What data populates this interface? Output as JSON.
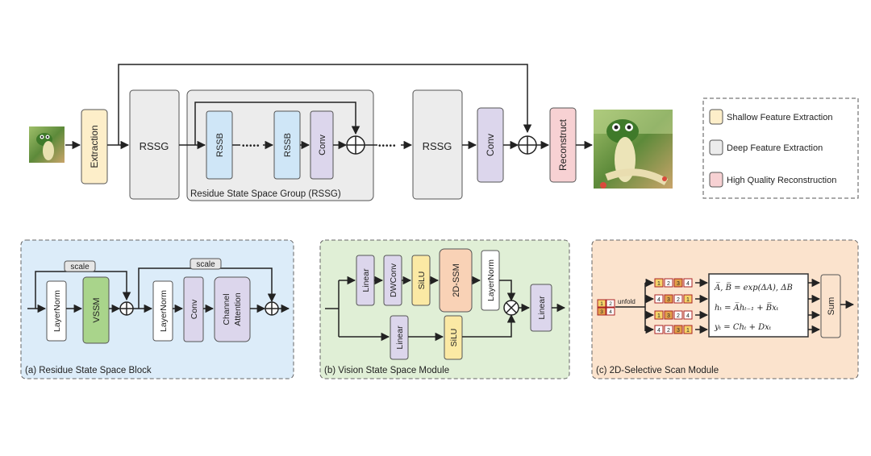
{
  "top": {
    "extraction": "Extraction",
    "rssg": "RSSG",
    "rssb": "RSSB",
    "conv": "Conv",
    "reconstruct": "Reconstruct",
    "group_caption": "Residue State Space Group (RSSG)",
    "ellipsis": "•••••"
  },
  "legend": {
    "shallow": "Shallow Feature Extraction",
    "deep": "Deep Feature Extraction",
    "hq": "High Quality Reconstruction"
  },
  "panel_a": {
    "caption": "(a) Residue State Space Block",
    "scale": "scale",
    "layernorm": "LayerNorm",
    "vssm": "VSSM",
    "conv": "Conv",
    "ca_line1": "Channel",
    "ca_line2": "Attention"
  },
  "panel_b": {
    "caption": "(b) Vision State Space Module",
    "linear": "Linear",
    "dwconv": "DWConv",
    "silu": "SiLU",
    "ssm": "2D-SSM",
    "layernorm": "LayerNorm"
  },
  "panel_c": {
    "caption": "(c) 2D-Selective Scan Module",
    "unfold": "unfold",
    "sum": "Sum",
    "eq1": "A̅, B̅ = exp(ΔA), ΔB",
    "eq2": "hₜ = A̅hₜ₋₁ + B̅xₜ",
    "eq3": "yₜ = Chₜ + Dxₜ",
    "tiles": [
      "1",
      "2",
      "3",
      "4"
    ]
  },
  "colors": {
    "shallow": "#fdeec9",
    "deep": "#ececec",
    "hq": "#f7d1d3",
    "rssb": "#cfe6f7",
    "conv": "#dcd6ec",
    "vssm": "#a9d48b",
    "silu": "#fbe9a4",
    "ssm": "#f9d2b6",
    "panel_a": "#dcecf9",
    "panel_b": "#e0efd6",
    "panel_c": "#fbe3cd"
  }
}
